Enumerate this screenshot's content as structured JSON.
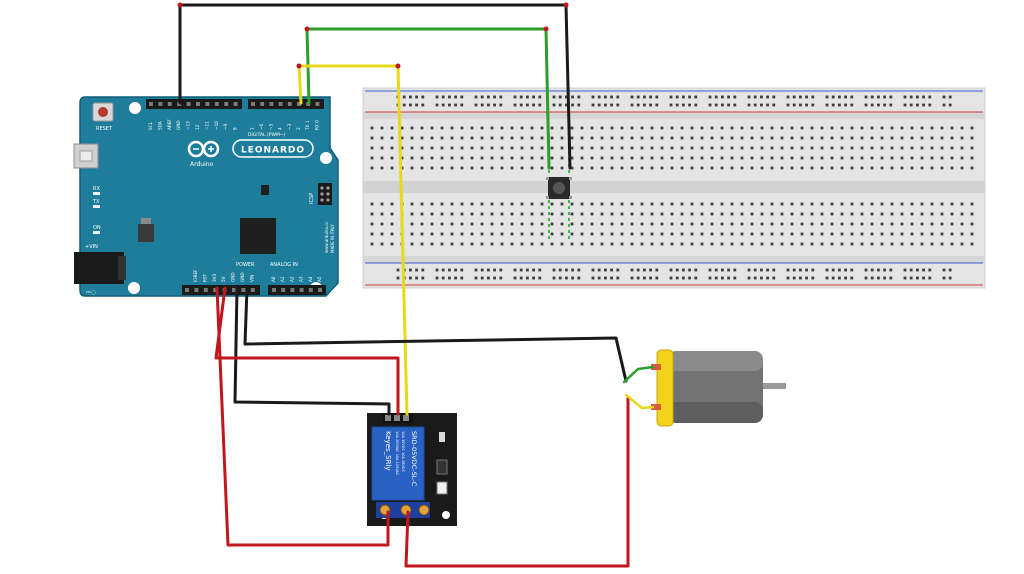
{
  "arduino": {
    "brand": "Arduino",
    "model": "LEONARDO",
    "reset_label": "RESET",
    "digital_label": "DIGITAL (PWM~)",
    "power_label": "POWER",
    "analog_label": "ANALOG IN",
    "icsp_label": "ICSP",
    "website": "www.arduino.cc",
    "made_in": "MADE IN ITALY",
    "vin_label": "+VIN",
    "led_labels": [
      "RX",
      "TX",
      "ON"
    ],
    "top_pin_labels": [
      "SCL",
      "SDA",
      "AREF",
      "GND",
      "~13",
      "12",
      "~11",
      "~10",
      "~9",
      "8",
      "7",
      "~6",
      "~5",
      "4",
      "~3",
      "2",
      "TX 1",
      "RX 0"
    ],
    "power_pin_labels": [
      "IOREF",
      "RST",
      "3V3",
      "5V",
      "GND",
      "GND",
      "VIN"
    ],
    "analog_pin_labels": [
      "A0",
      "A1",
      "A2",
      "A3",
      "A4",
      "A5"
    ]
  },
  "relay": {
    "brand": "Keyes_SRly",
    "part": "SRD-05VDC-SL-C",
    "ratings": [
      "10A 250VAC  10A 125VAC",
      "10A 30VDC  10A 28VDC"
    ]
  },
  "colors": {
    "board": "#1d7d9b",
    "board_dark": "#0f5e78",
    "breadboard": "#e8e8e8",
    "relay_board": "#1a1a1a",
    "relay_block": "#2a62c4",
    "wire_black": "#1a1a1a",
    "wire_red": "#c0161d",
    "wire_green": "#2e9e2a",
    "wire_yellow": "#e8d81a",
    "motor_body": "#707070",
    "motor_cap": "#f2d21b"
  }
}
